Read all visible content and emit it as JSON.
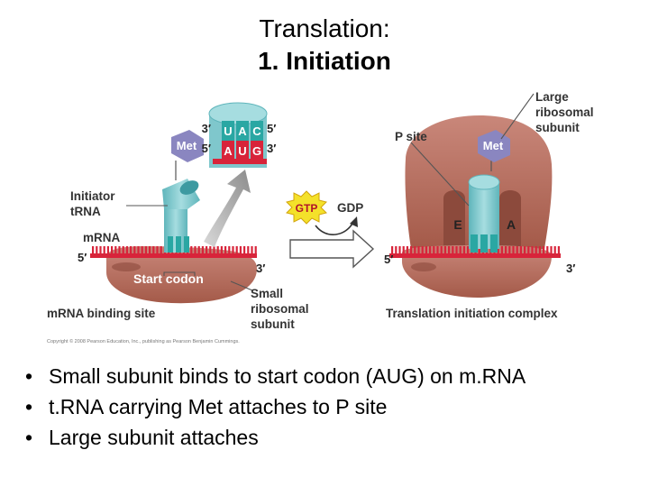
{
  "title": {
    "line1": "Translation:",
    "line2": "1. Initiation"
  },
  "diagram": {
    "left": {
      "met": "Met",
      "anticodon_prime_left": "3′",
      "anticodon_prime_right": "5′",
      "anticodon": [
        "U",
        "A",
        "C"
      ],
      "codon_prime_left": "5′",
      "codon_prime_right": "3′",
      "codon": [
        "A",
        "U",
        "G"
      ],
      "initiator_trna": [
        "Initiator",
        "tRNA"
      ],
      "mrna": "mRNA",
      "mrna_5": "5′",
      "mrna_3": "3′",
      "start_codon": "Start codon",
      "small_subunit": [
        "Small",
        "ribosomal",
        "subunit"
      ],
      "binding_site": "mRNA binding site"
    },
    "middle": {
      "gtp": "GTP",
      "gdp": "GDP"
    },
    "right": {
      "p_site": "P site",
      "large_subunit": [
        "Large",
        "ribosomal",
        "subunit"
      ],
      "met": "Met",
      "e_site": "E",
      "a_site": "A",
      "mrna_5": "5′",
      "mrna_3": "3′",
      "complex": "Translation initiation complex"
    },
    "copyright": "Copyright © 2008 Pearson Education, Inc., publishing as Pearson Benjamin Cummings.",
    "colors": {
      "ribosome": "#b8705f",
      "ribosome_dark": "#8c4a3c",
      "trna": "#7fc7cc",
      "trna_dark": "#3d9aa1",
      "mrna": "#d8243a",
      "met": "#8a86c0",
      "gtp": "#f4e12a",
      "anticodon_box": "#2aa7a3",
      "codon_box": "#d8243a"
    }
  },
  "bullets": [
    "Small subunit binds to start codon (AUG) on m.RNA",
    "t.RNA carrying Met attaches to P site",
    "Large subunit attaches"
  ]
}
